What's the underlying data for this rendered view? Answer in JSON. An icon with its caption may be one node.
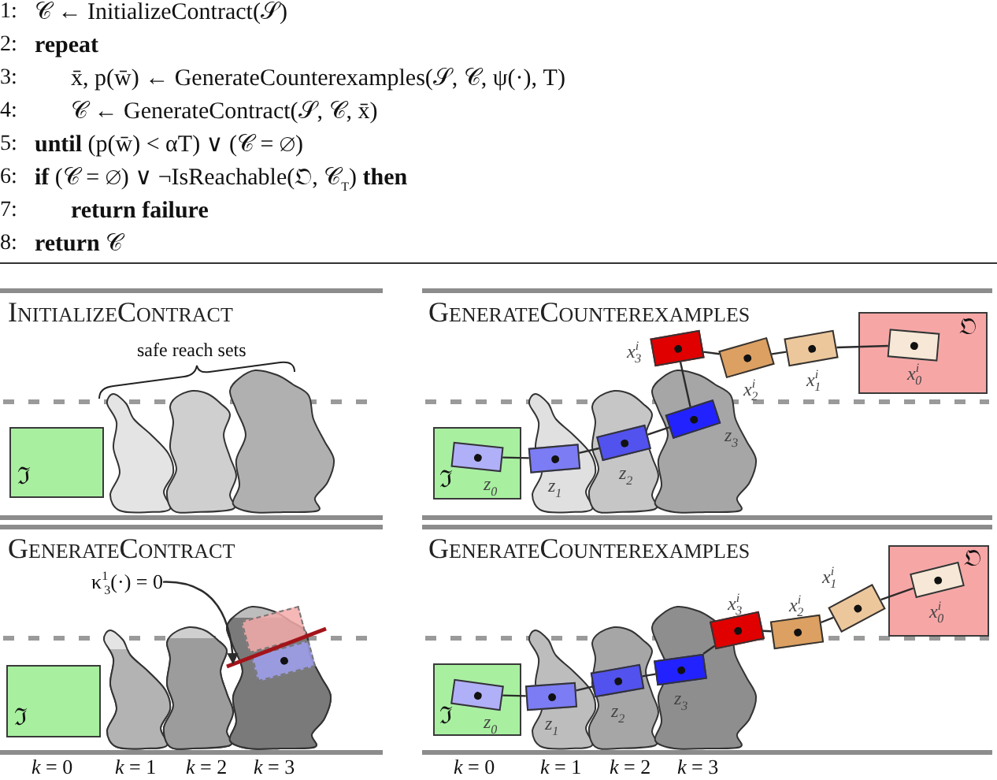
{
  "diagram": {
    "nodes": [
      {
        "text": [
          "InitializeContract"
        ]
      },
      {
        "text": [
          "ℑ"
        ],
        "in": 0
      },
      {
        "text": [],
        "shape": "blob",
        "in": 0
      },
      {
        "text": [],
        "shape": "blob",
        "in": 0
      },
      {
        "text": [],
        "shape": "blob",
        "in": 0
      },
      {
        "text": [
          "GenerateCounterexamples"
        ]
      },
      {
        "text": [
          "ℑ"
        ],
        "in": 5
      },
      {
        "text": [],
        "shape": "box",
        "in": 6,
        "beside": [
          "z$_{0}$"
        ]
      },
      {
        "text": [],
        "shape": "blob",
        "in": 5
      },
      {
        "text": [],
        "shape": "blob",
        "in": 5
      },
      {
        "text": [],
        "shape": "blob",
        "in": 5
      },
      {
        "text": [],
        "shape": "box",
        "in": 8,
        "beside": [
          "z$_{1}$"
        ]
      },
      {
        "text": [],
        "shape": "box",
        "in": 9,
        "beside": [
          "z$_{2}$"
        ]
      },
      {
        "text": [],
        "shape": "box",
        "in": 10,
        "beside": [
          "z$_{3}$"
        ]
      },
      {
        "text": [],
        "shape": "box",
        "in": 5,
        "beside": [
          "x$^{i}$$_{3}$"
        ]
      },
      {
        "text": [],
        "shape": "box",
        "in": 5,
        "beside": [
          "x$^{i}$$_{2}$"
        ]
      },
      {
        "text": [],
        "shape": "box",
        "in": 5,
        "beside": [
          "x$^{i}$$_{1}$"
        ]
      },
      {
        "text": [
          "𝔒"
        ],
        "in": 5
      },
      {
        "text": [],
        "shape": "box",
        "in": 17,
        "beside": [
          "x$^{i}$$_{0}$"
        ]
      },
      {
        "text": [
          "GenerateContract"
        ]
      },
      {
        "text": [
          "κ$^{1}$$_{3}$(·) = 0"
        ],
        "in": 19
      },
      {
        "text": [
          "ℑ"
        ],
        "in": 19
      },
      {
        "text": [],
        "shape": "blob",
        "in": 19
      },
      {
        "text": [],
        "shape": "blob",
        "in": 19
      },
      {
        "text": [],
        "shape": "blob",
        "in": 19
      },
      {
        "text": [],
        "shape": "line",
        "in": 24
      },
      {
        "text": [],
        "shape": "box",
        "in": 24
      },
      {
        "text": [],
        "shape": "box",
        "in": 24
      },
      {
        "text": [
          "GenerateCounterexamples"
        ]
      },
      {
        "text": [
          "ℑ"
        ],
        "in": 28
      },
      {
        "text": [],
        "shape": "box",
        "in": 29,
        "beside": [
          "z$_{0}$"
        ]
      },
      {
        "text": [],
        "shape": "blob",
        "in": 28
      },
      {
        "text": [],
        "shape": "blob",
        "in": 28
      },
      {
        "text": [],
        "shape": "blob",
        "in": 28
      },
      {
        "text": [],
        "shape": "box",
        "in": 31,
        "beside": [
          "z$_{1}$"
        ]
      },
      {
        "text": [],
        "shape": "box",
        "in": 32,
        "beside": [
          "z$_{2}$"
        ]
      },
      {
        "text": [],
        "shape": "box",
        "in": 33,
        "beside": [
          "z$_{3}$"
        ]
      },
      {
        "text": [],
        "shape": "box",
        "in": 28,
        "beside": [
          "x$^{i}$$_{3}$"
        ]
      },
      {
        "text": [],
        "shape": "box",
        "in": 28,
        "beside": [
          "x$^{i}$$_{2}$"
        ]
      },
      {
        "text": [],
        "shape": "box",
        "in": 28,
        "beside": [
          "x$^{i}$$_{1}$"
        ]
      },
      {
        "text": [
          "𝔒"
        ],
        "in": 28
      },
      {
        "text": [],
        "shape": "box",
        "in": 40,
        "beside": [
          "x$^{i}$$_{0}$"
        ]
      }
    ],
    "edges": [
      {
        "from": 7,
        "to": 11,
        "arrow": "none"
      },
      {
        "from": 11,
        "to": 12,
        "arrow": "none"
      },
      {
        "from": 12,
        "to": 13,
        "arrow": "none"
      },
      {
        "from": 13,
        "to": 14,
        "arrow": "none"
      },
      {
        "from": 14,
        "to": 15,
        "arrow": "none"
      },
      {
        "from": 15,
        "to": 16,
        "arrow": "none"
      },
      {
        "from": 16,
        "to": 18,
        "arrow": "none"
      },
      {
        "from": 20,
        "to": 25,
        "arrow": "to"
      },
      {
        "from": 30,
        "to": 34,
        "arrow": "none"
      },
      {
        "from": 34,
        "to": 35,
        "arrow": "none"
      },
      {
        "from": 35,
        "to": 36,
        "arrow": "none"
      },
      {
        "from": 36,
        "to": 37,
        "arrow": "none"
      },
      {
        "from": 37,
        "to": 38,
        "arrow": "none"
      },
      {
        "from": 38,
        "to": 39,
        "arrow": "none"
      },
      {
        "from": 39,
        "to": 41,
        "arrow": "none"
      }
    ],
    "labels": [
      "1:",
      "𝒞 ← InitializeContract(𝒮)",
      "2:",
      "repeat",
      "3:",
      "x̄, p(w̄) ← GenerateCounterexamples(𝒮, 𝒞, ψ(·), T)",
      "4:",
      "𝒞 ← GenerateContract(𝒮, 𝒞, x̄)",
      "5:",
      "**until** (p(w̄) < αT) ∨ (𝒞 = ∅)",
      "6:",
      "**if** (𝒞 = ∅) ∨ ¬IsReachable(𝔒, 𝒞$_{T}$) **then**",
      "7:",
      "return failure",
      "8:",
      "**return** 𝒞",
      "safe reach sets",
      "*k* = 0",
      "*k* = 1",
      "*k* = 2",
      "*k* = 3",
      "*k* = 0",
      "*k* = 1",
      "*k* = 2",
      "*k* = 3"
    ]
  }
}
